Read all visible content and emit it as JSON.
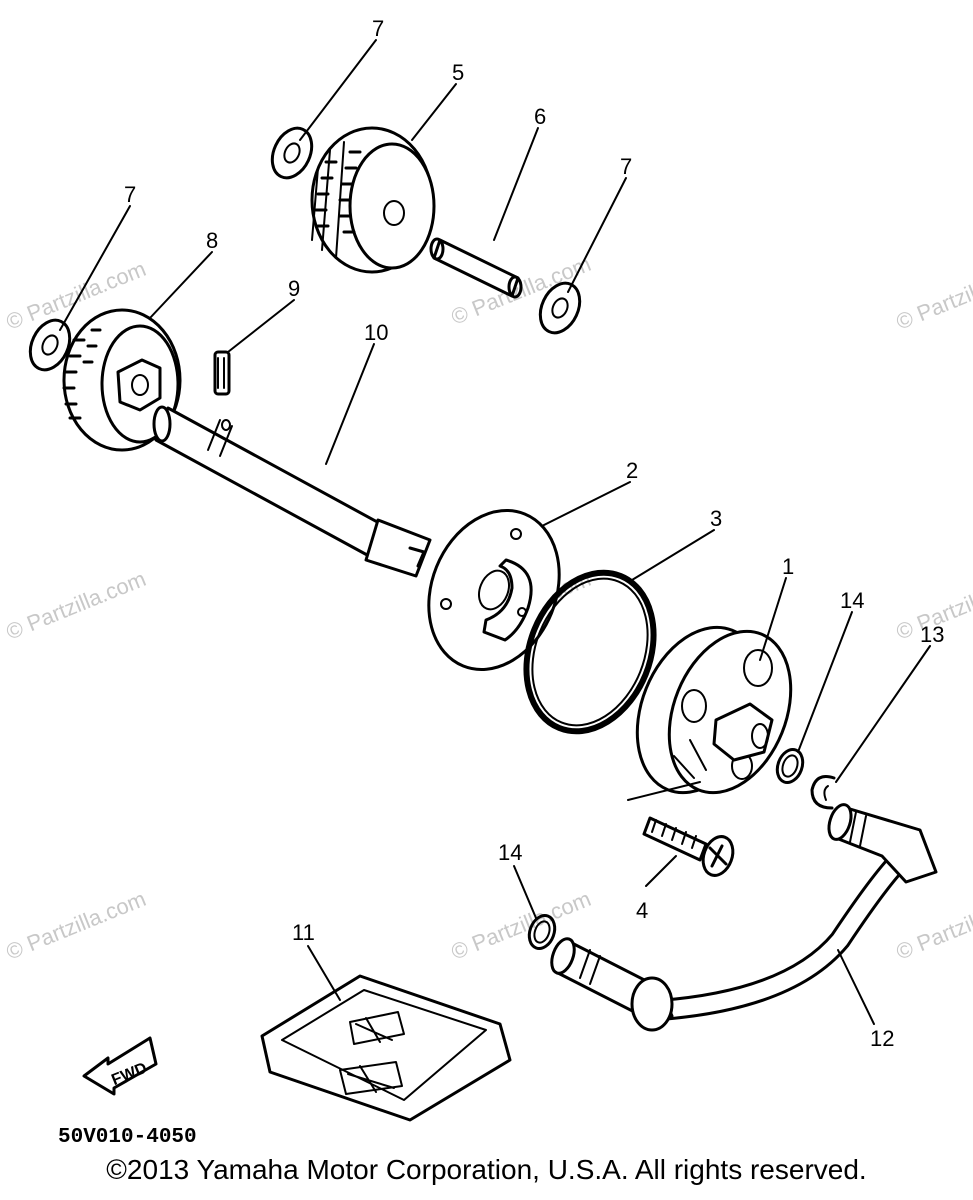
{
  "diagram": {
    "watermark": "© Partzilla.com",
    "diagram_code": "50V010-4050",
    "fwd_label": "FWD",
    "copyright": "©2013 Yamaha Motor Corporation, U.S.A. All rights reserved.",
    "callouts": {
      "c1": "1",
      "c2": "2",
      "c3": "3",
      "c4": "4",
      "c5": "5",
      "c6": "6",
      "c7a": "7",
      "c7b": "7",
      "c7c": "7",
      "c8": "8",
      "c9": "9",
      "c10": "10",
      "c11": "11",
      "c12": "12",
      "c13": "13",
      "c14a": "14",
      "c14b": "14"
    }
  }
}
